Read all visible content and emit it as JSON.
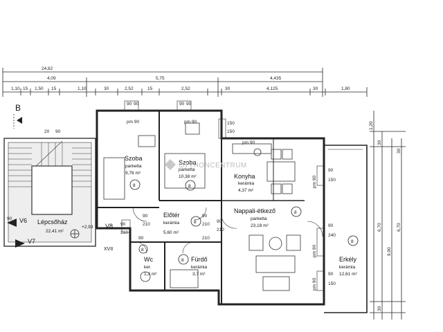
{
  "watermark": "OTTHONCENTRUM",
  "section_mark": "B",
  "dimensions": {
    "total": "24,82",
    "top_row": [
      "4,09",
      "5,75",
      "4,435"
    ],
    "bottom_row": [
      "1,10",
      "15",
      "1,50",
      "15",
      "1,10",
      "30",
      "2,52",
      "15",
      "2,52",
      "30",
      "4,125",
      "30",
      "1,80"
    ],
    "side": [
      "1,20",
      "30",
      "6,70",
      "9,90",
      "30",
      "6,70",
      "30"
    ]
  },
  "door_marks": {
    "top": [
      "90",
      "90",
      "90",
      "90"
    ],
    "top2": [
      "150",
      "150"
    ],
    "openings": [
      "pm 90",
      "pm 90",
      "pm 90",
      "pm 90",
      "pm 90",
      "pm 90"
    ],
    "right": [
      "90",
      "150",
      "90",
      "240",
      "90",
      "150"
    ],
    "inner": [
      "90",
      "210",
      "90",
      "210",
      "90",
      "210",
      "90",
      "210",
      "90",
      "210",
      "90"
    ]
  },
  "axes": [
    "V6",
    "V7",
    "V8",
    "XVII"
  ],
  "rooms": [
    {
      "id": "szoba1",
      "name": "Szoba",
      "floor": "parketta",
      "area": "9,78 m²",
      "badge": "8"
    },
    {
      "id": "szoba2",
      "name": "Szoba",
      "floor": "parketta",
      "area": "10,38 m²",
      "badge": "8"
    },
    {
      "id": "konyha",
      "name": "Konyha",
      "floor": "kerámia",
      "area": "4,37 m²",
      "badge": ""
    },
    {
      "id": "nappali",
      "name": "Nappali-étkező",
      "floor": "parketta",
      "area": "23,18 m²",
      "badge": "8"
    },
    {
      "id": "eloter",
      "name": "Előtér",
      "floor": "kerámia",
      "area": "5,60 m²",
      "badge": "8"
    },
    {
      "id": "lepcsohaz",
      "name": "Lépcsőház",
      "floor": "",
      "area": "22,41 m²",
      "badge": ""
    },
    {
      "id": "wc",
      "name": "Wc",
      "floor": "ker.",
      "area": "1,3 m²",
      "badge": "8"
    },
    {
      "id": "furdo",
      "name": "Fürdő",
      "floor": "kerámia",
      "area": "3,7 m²",
      "badge": "8"
    },
    {
      "id": "erkely",
      "name": "Erkély",
      "floor": "kerámia",
      "area": "12,61 m²",
      "badge": "8"
    }
  ],
  "level_mark": "+2,93"
}
